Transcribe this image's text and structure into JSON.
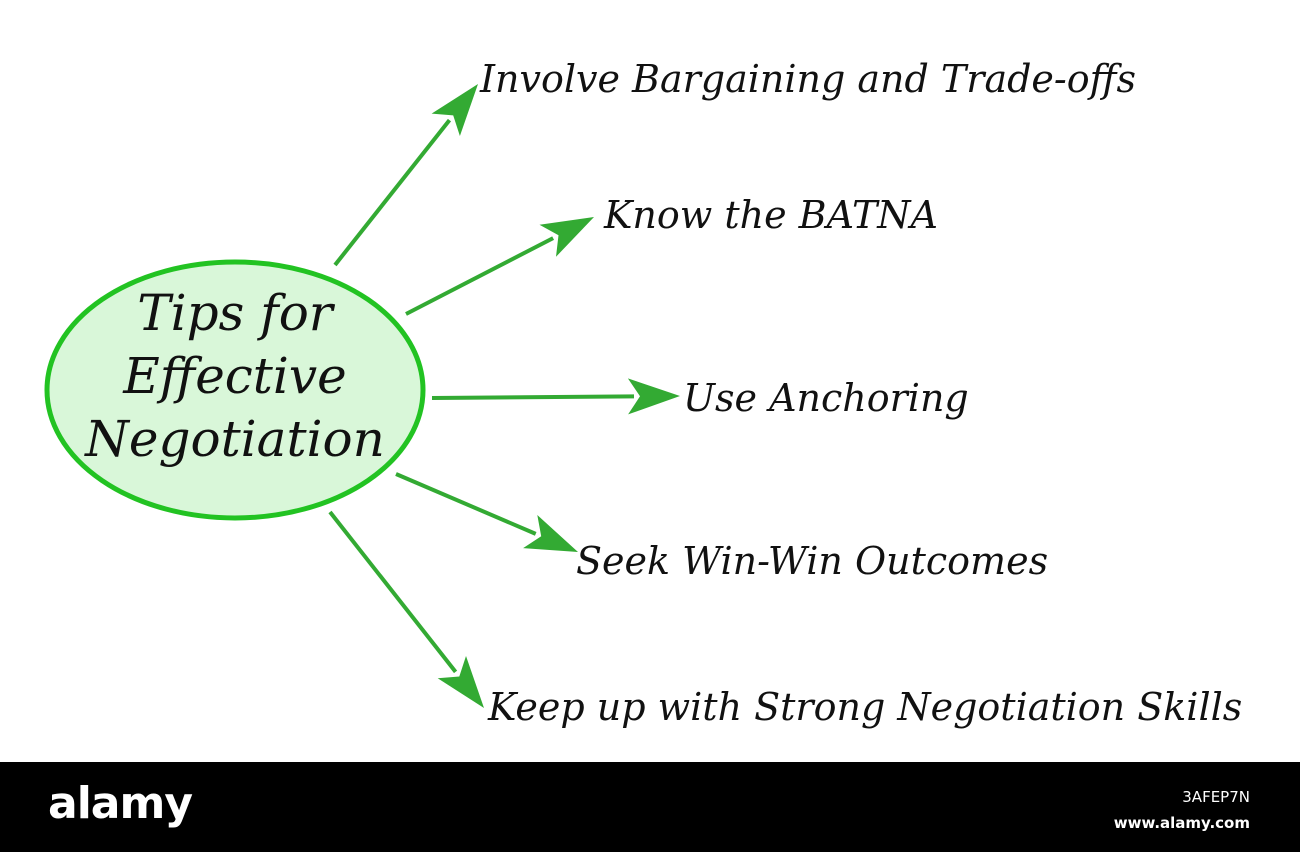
{
  "diagram": {
    "center": {
      "lines": [
        "Tips for",
        "Effective",
        "Negotiation"
      ],
      "fill_color": "#d9f7d9",
      "stroke_color": "#22c322"
    },
    "arrow_color": "#33aa33",
    "branches": [
      {
        "label": "Involve Bargaining and Trade-offs"
      },
      {
        "label": "Know the BATNA"
      },
      {
        "label": "Use Anchoring"
      },
      {
        "label": "Seek Win-Win Outcomes"
      },
      {
        "label": "Keep up with Strong Negotiation Skills"
      }
    ]
  },
  "footer": {
    "logo": "alamy",
    "image_id": "3AFEP7N",
    "url": "www.alamy.com"
  }
}
